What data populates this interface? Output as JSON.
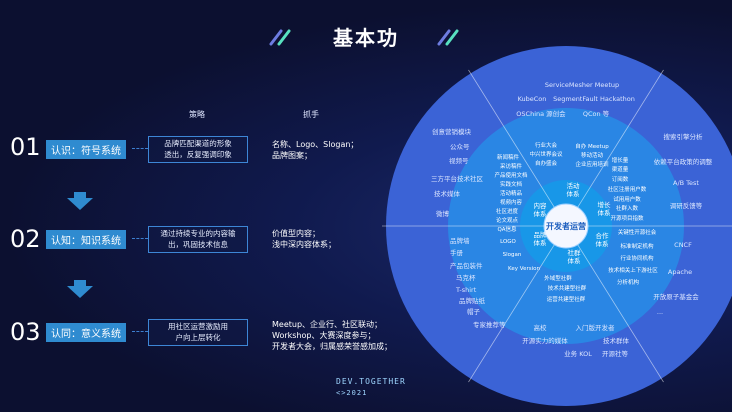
{
  "title": "基本功",
  "columns": {
    "strategy": "策略",
    "grip": "抓手"
  },
  "rows": [
    {
      "num": "01",
      "label": "认识：符号系统",
      "strategy": [
        "品牌匹配渠道的形象",
        "透出，反复强调印象"
      ],
      "grip": [
        "名称、Logo、Slogan；",
        "品牌图案；"
      ]
    },
    {
      "num": "02",
      "label": "认知：知识系统",
      "strategy": [
        "通过持续专业的内容输",
        "出，巩固技术信息"
      ],
      "grip": [
        "价值型内容；",
        "浅中深内容体系；"
      ]
    },
    {
      "num": "03",
      "label": "认同：意义系统",
      "strategy": [
        "用社区运营激励用",
        "户向上层转化"
      ],
      "grip": [
        "Meetup、企业行、社区联动；",
        "Workshop、大赛深度参与；",
        "开发者大会，归属感荣誉感加成；"
      ]
    }
  ],
  "footer": {
    "line1": "DEV.TOGETHER",
    "line2": "<>2021"
  },
  "wheel": {
    "center": "开发者运营",
    "inner": [
      "活动体系",
      "增长体系",
      "合作体系",
      "社群体系",
      "品牌体系",
      "内容体系"
    ],
    "middle": [
      "行业大会",
      "中兴世界会议",
      "自办盛会",
      "自办 Meetup",
      "移动活动",
      "企业应用培训",
      "增长量",
      "渠道量",
      "订阅数",
      "社区注册用户数",
      "试用用户数",
      "社群入数",
      "开源项目指数",
      "关键性开源社会",
      "标准制定机构",
      "行业协同机构",
      "技术相关上下游社区",
      "分析机构",
      "外域型社群",
      "技术共建型社群",
      "运营共建型社群",
      "LOGO",
      "Slogan",
      "Key Version",
      "新闻稿件",
      "采访稿件",
      "产品使用文档",
      "实践文档",
      "活动精品",
      "视频内容",
      "社区进度",
      "论文观点",
      "QA信息"
    ],
    "outer": [
      "ServiceMesher Meetup",
      "KubeCon",
      "SegmentFault Hackathon",
      "OSChina 源创会",
      "QCon 等",
      "搜索引擎分析",
      "依赖平台政策的调整",
      "A/B Test",
      "调研反馈等",
      "CNCF",
      "Apache",
      "开放原子基金会",
      "...",
      "高校",
      "入门版开发者",
      "开源实力的媒体",
      "技术群体",
      "业务 KOL",
      "开源社等",
      "品牌墙",
      "手册",
      "产品包装件",
      "马克杯",
      "T-shirt",
      "品牌贴纸",
      "帽子",
      "专家推荐等",
      "创意营销模块",
      "公众号",
      "视频号",
      "三方平台技术社区",
      "技术媒体",
      "微博"
    ]
  }
}
